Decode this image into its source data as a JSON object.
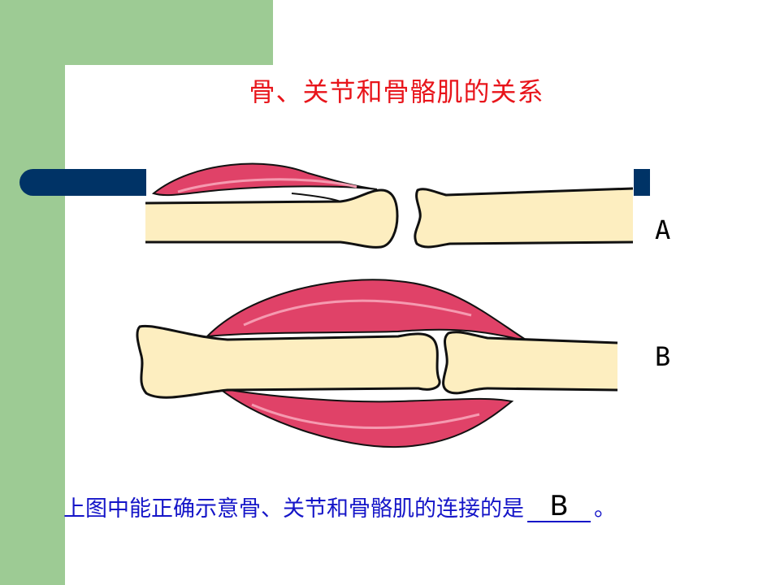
{
  "slide": {
    "title": "骨、关节和骨骼肌的关系",
    "figure_a_label": "A",
    "figure_b_label": "B",
    "question_text": "上图中能正确示意骨、关节和骨骼肌的连接的是",
    "answer": "B",
    "question_end": "。"
  },
  "colors": {
    "background_panel": "#9dcb94",
    "accent_bar": "#003366",
    "title_color": "#e8151b",
    "question_color": "#1515c8",
    "bone_fill": "#fdeec0",
    "muscle_fill": "#e04268"
  },
  "icons": [
    "bone-illustration",
    "muscle-illustration"
  ]
}
